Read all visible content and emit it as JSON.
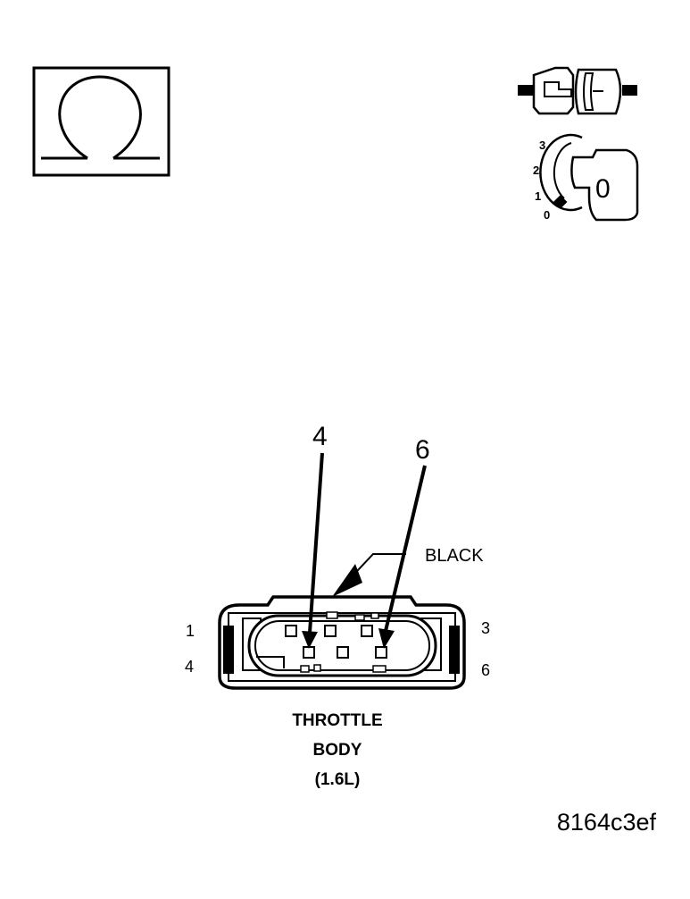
{
  "ignition_icon": {
    "positions": [
      "3",
      "2",
      "1",
      "0"
    ],
    "key_label": "0"
  },
  "connector": {
    "pin_callouts": [
      "4",
      "6"
    ],
    "color_label": "BLACK",
    "left_pins": [
      "1",
      "4"
    ],
    "right_pins": [
      "3",
      "6"
    ]
  },
  "caption": {
    "line1": "THROTTLE",
    "line2": "BODY",
    "line3": "(1.6L)"
  },
  "figure_id": "8164c3ef"
}
